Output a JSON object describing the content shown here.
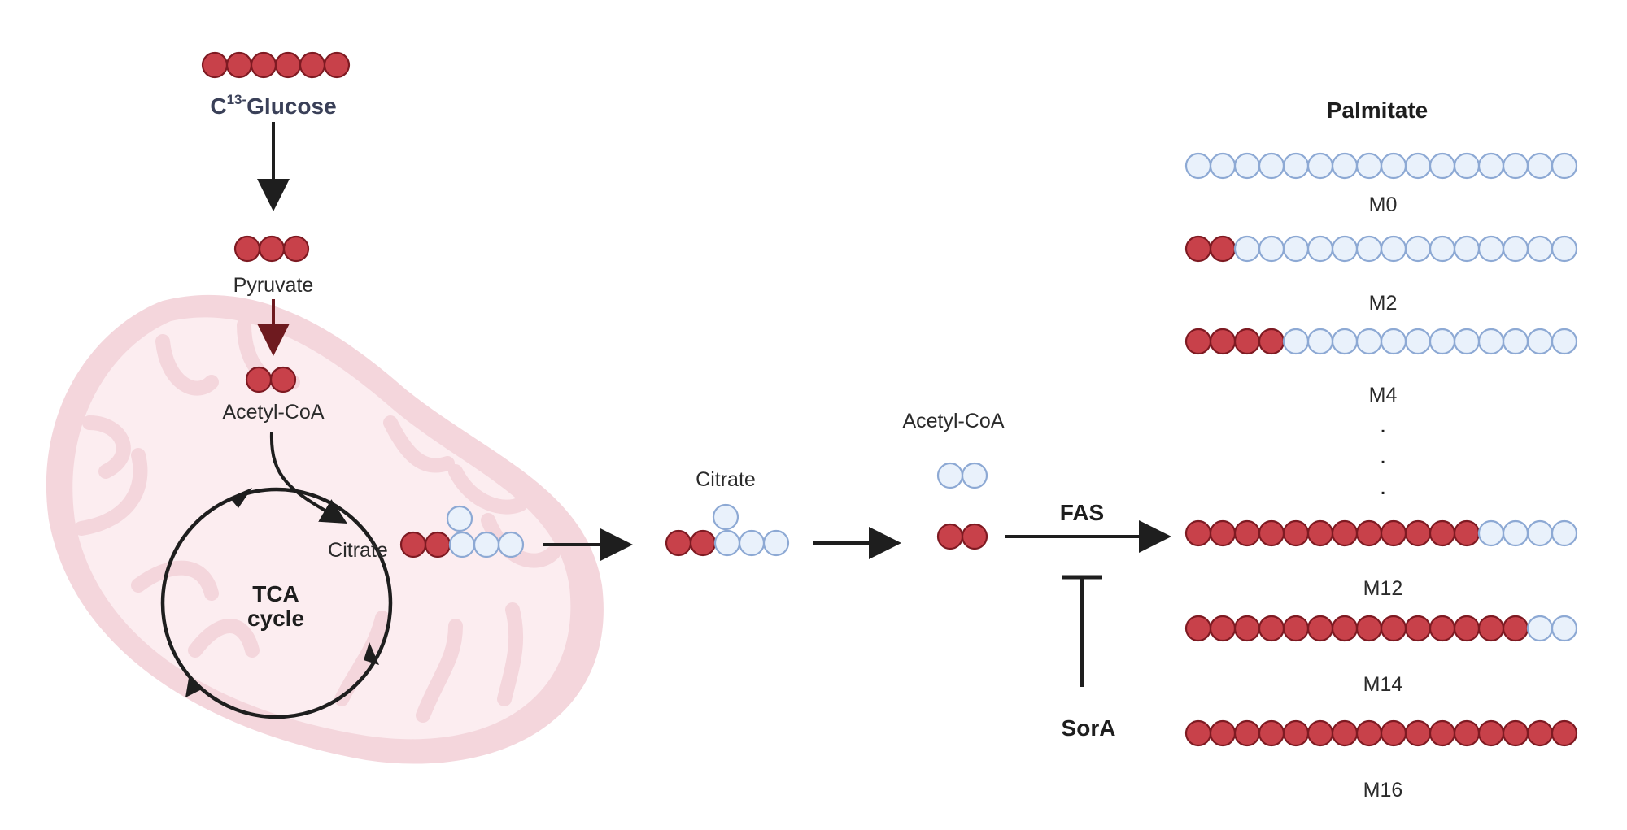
{
  "labels": {
    "glucose_base": "C",
    "glucose_sup": "13-",
    "glucose_name": "Glucose",
    "pyruvate": "Pyruvate",
    "acetyl_coa_mito": "Acetyl-CoA",
    "citrate_mito": "Citrate",
    "tca_line1": "TCA",
    "tca_line2": "cycle",
    "citrate_cyto": "Citrate",
    "acetyl_coa_cyto": "Acetyl-CoA",
    "fas": "FAS",
    "sora": "SorA",
    "palmitate": "Palmitate",
    "ellipsis_dot": "."
  },
  "isotopologues": [
    {
      "label": "M0",
      "labeled": 0,
      "total": 16
    },
    {
      "label": "M2",
      "labeled": 2,
      "total": 16
    },
    {
      "label": "M4",
      "labeled": 4,
      "total": 16
    },
    {
      "label": "M12",
      "labeled": 12,
      "total": 16
    },
    {
      "label": "M14",
      "labeled": 14,
      "total": 16
    },
    {
      "label": "M16",
      "labeled": 16,
      "total": 16
    }
  ],
  "colors": {
    "labeled_fill": "#c8414a",
    "labeled_stroke": "#7e1a22",
    "unlabeled_fill": "#e9f1fb",
    "unlabeled_stroke": "#8da9d4",
    "mito_outer": "#f4d6dc",
    "mito_inner": "#fcedf0",
    "arrow": "#1e1e1e",
    "arrow_mito": "#6e1a1f"
  }
}
